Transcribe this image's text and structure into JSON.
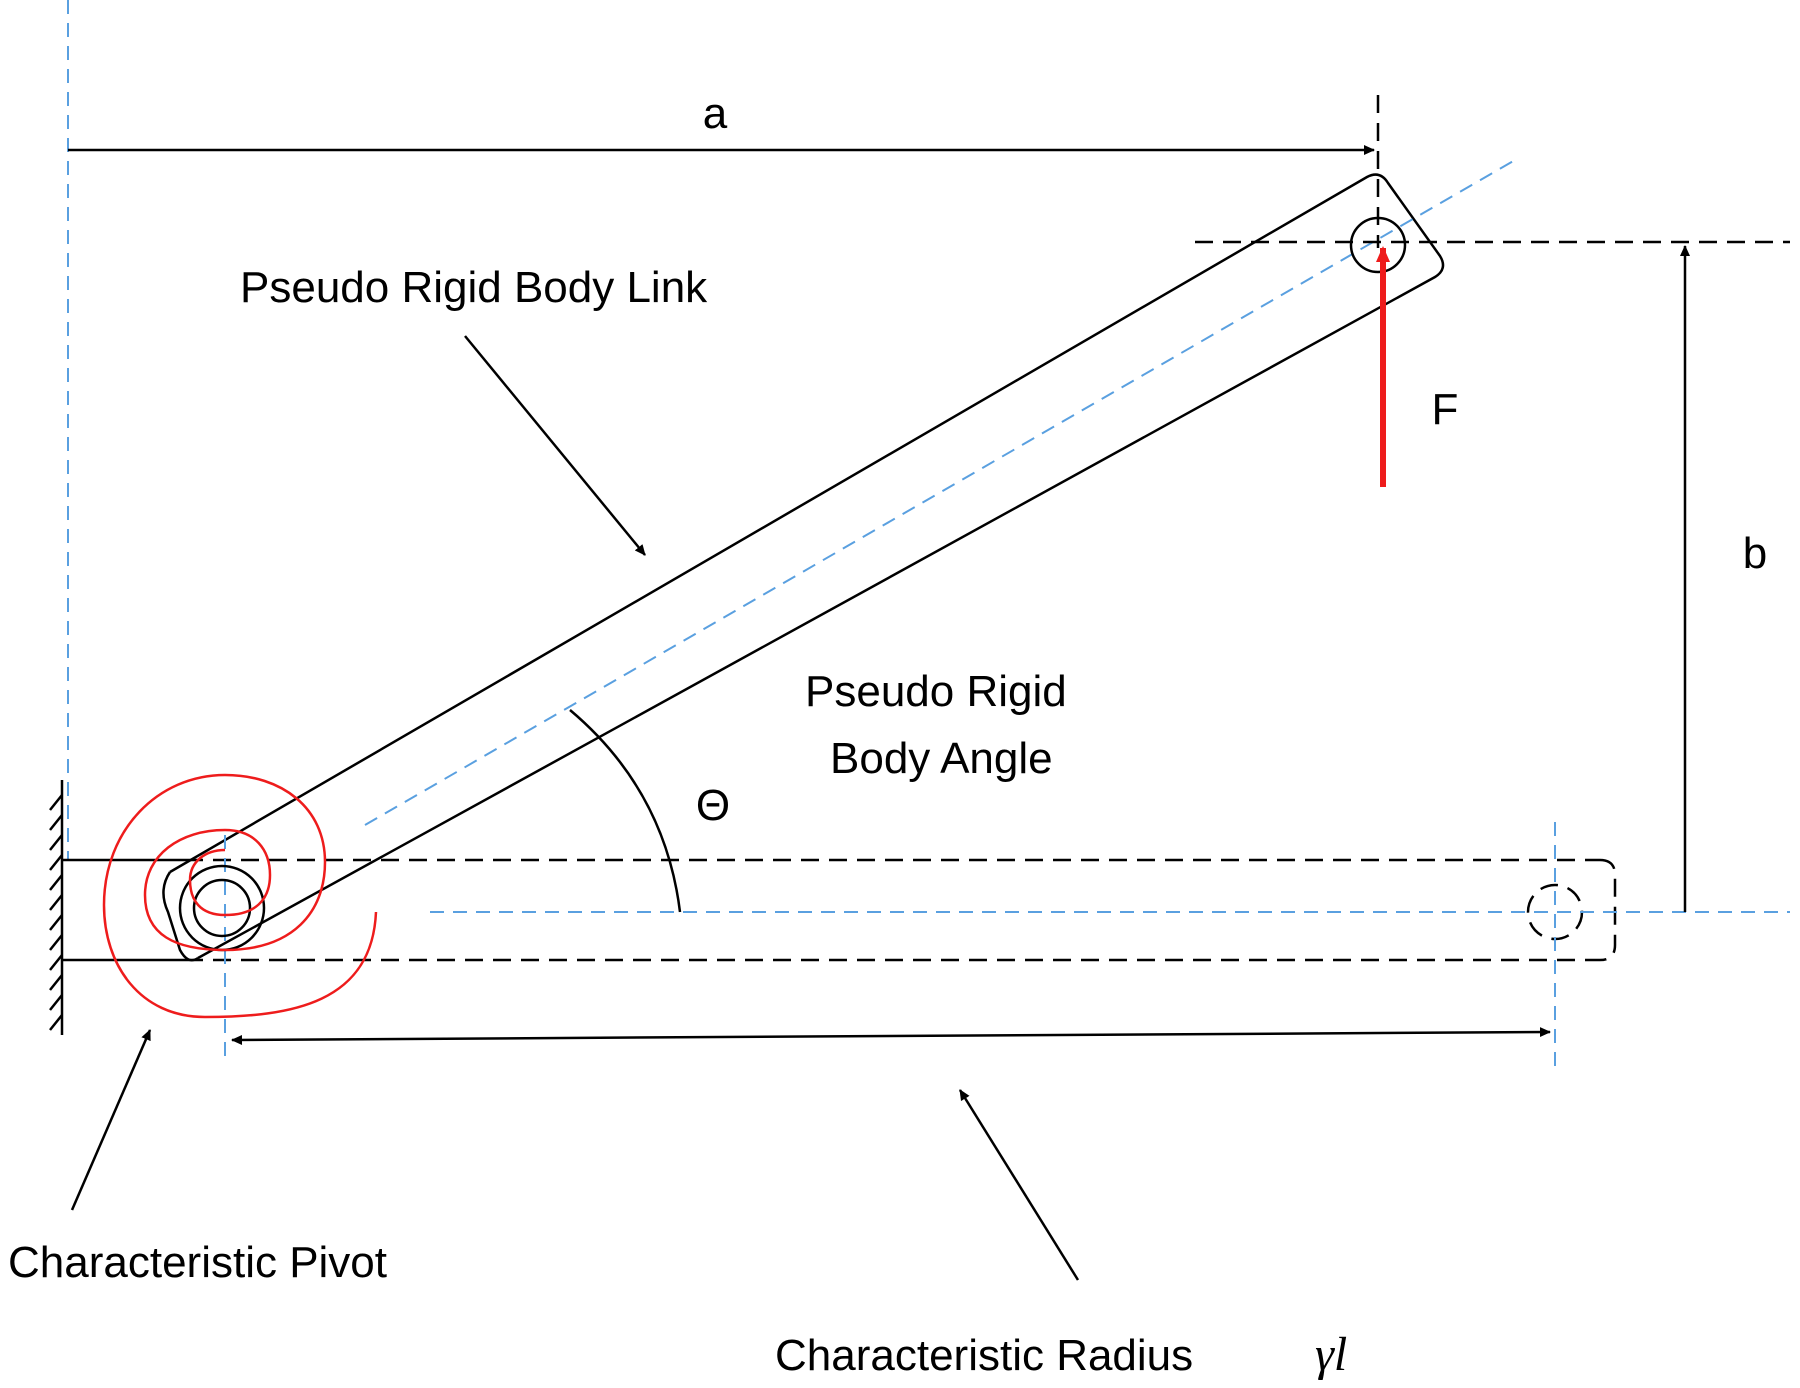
{
  "labels": {
    "a": "a",
    "b": "b",
    "f": "F",
    "theta": "Θ",
    "link": "Pseudo Rigid Body Link",
    "angle_line1": "Pseudo Rigid",
    "angle_line2": "Body Angle",
    "pivot": "Characteristic Pivot",
    "radius": "Characteristic Radius",
    "radius_symbol": "γl"
  },
  "colors": {
    "force": "#ee1c1c",
    "spring": "#ee1c1c",
    "centerline": "#5aa0e0",
    "ink": "#000000"
  }
}
